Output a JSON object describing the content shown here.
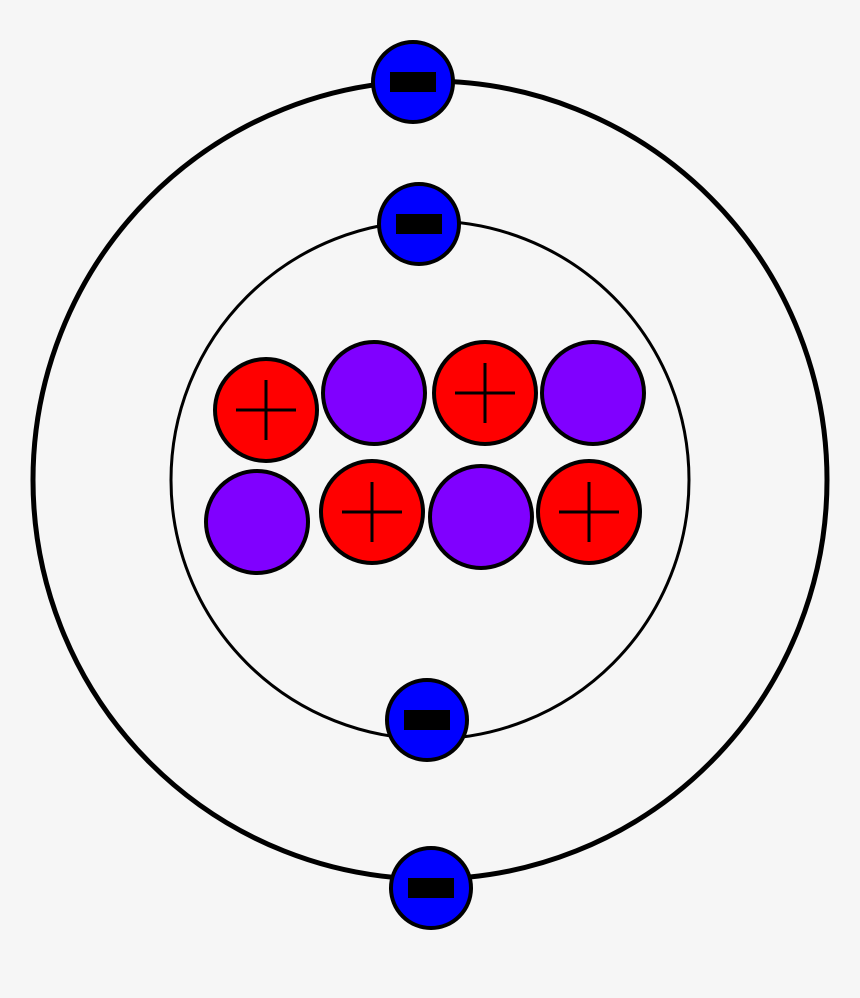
{
  "diagram": {
    "kind": "bohr-atom-model",
    "background_color": "#f6f6f6",
    "shells": [
      {
        "name": "inner-shell",
        "electron_count": 2
      },
      {
        "name": "outer-shell",
        "electron_count": 2
      }
    ],
    "nucleus": {
      "protons": 4,
      "neutrons": 4,
      "particles": [
        {
          "kind": "proton"
        },
        {
          "kind": "neutron"
        },
        {
          "kind": "proton"
        },
        {
          "kind": "neutron"
        },
        {
          "kind": "neutron"
        },
        {
          "kind": "proton"
        },
        {
          "kind": "neutron"
        },
        {
          "kind": "proton"
        }
      ]
    },
    "colors": {
      "proton": "#ff0000",
      "neutron": "#8000ff",
      "electron": "#0000ff",
      "outline": "#000000"
    },
    "symbols": {
      "proton": "plus-sign",
      "electron": "minus-sign"
    }
  }
}
